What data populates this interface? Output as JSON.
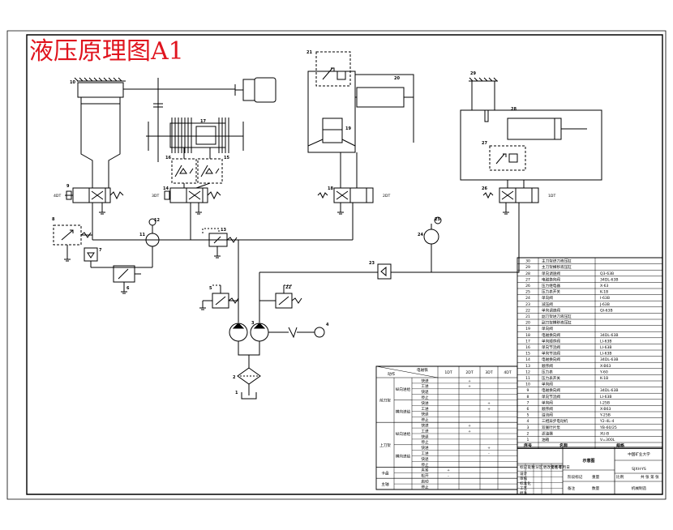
{
  "title": "液压原理图A1",
  "colors": {
    "title": "#e0141e",
    "line": "#000000",
    "paper": "#ffffff"
  },
  "components": [
    {
      "id": "c10",
      "label": "10"
    },
    {
      "id": "c17",
      "label": "17"
    },
    {
      "id": "c21",
      "label": "21"
    },
    {
      "id": "c20",
      "label": "20"
    },
    {
      "id": "c19",
      "label": "19"
    },
    {
      "id": "c29",
      "label": "29"
    },
    {
      "id": "c28",
      "label": "28"
    },
    {
      "id": "c27",
      "label": "27"
    },
    {
      "id": "c16",
      "label": "16"
    },
    {
      "id": "c15",
      "label": "15"
    },
    {
      "id": "c9",
      "label": "9"
    },
    {
      "id": "c14",
      "label": "14"
    },
    {
      "id": "c18",
      "label": "18"
    },
    {
      "id": "c26",
      "label": "26"
    },
    {
      "id": "c12",
      "label": "12"
    },
    {
      "id": "c11",
      "label": "11"
    },
    {
      "id": "c13",
      "label": "13"
    },
    {
      "id": "c25",
      "label": "25"
    },
    {
      "id": "c24",
      "label": "24"
    },
    {
      "id": "c23",
      "label": "23"
    },
    {
      "id": "c8",
      "label": "8"
    },
    {
      "id": "c7",
      "label": "7"
    },
    {
      "id": "c6",
      "label": "6"
    },
    {
      "id": "c5",
      "label": "5"
    },
    {
      "id": "c22",
      "label": "22"
    },
    {
      "id": "c3",
      "label": "3"
    },
    {
      "id": "c4",
      "label": "4"
    },
    {
      "id": "c2",
      "label": "2"
    },
    {
      "id": "c1",
      "label": "1"
    }
  ],
  "valve_tags": {
    "t9": "4DT",
    "t14": "3DT",
    "t18": "2DT",
    "t26": "1DT"
  },
  "bom": [
    [
      "30",
      "主刀架进刀液压缸",
      ""
    ],
    [
      "29",
      "主刀架横移液压缸",
      ""
    ],
    [
      "28",
      "单向调速阀",
      "Q3-63B"
    ],
    [
      "27",
      "电磁换向阀",
      "34DL-63B"
    ],
    [
      "26",
      "压力继电器",
      "X-63"
    ],
    [
      "25",
      "压力表开关",
      "K-1B"
    ],
    [
      "24",
      "单向阀",
      "I-63B"
    ],
    [
      "23",
      "减压阀",
      "J-63B"
    ],
    [
      "22",
      "单向调速阀",
      "QI-63B"
    ],
    [
      "21",
      "副刀架进刀液压缸",
      ""
    ],
    [
      "20",
      "副刀架横移液压缸",
      ""
    ],
    [
      "19",
      "单向阀",
      ""
    ],
    [
      "18",
      "电磁换向阀",
      "34DL-63B"
    ],
    [
      "17",
      "单向顺序阀",
      "LI-63B"
    ],
    [
      "16",
      "单向节流阀",
      "LI-63B"
    ],
    [
      "15",
      "单向节流阀",
      "LI-63B"
    ],
    [
      "14",
      "电磁换向阀",
      "34DL-63B"
    ],
    [
      "13",
      "顺序阀",
      "X-B63"
    ],
    [
      "12",
      "压力表",
      "Y-60"
    ],
    [
      "11",
      "压力表开关",
      "K-1B"
    ],
    [
      "10",
      "单向阀",
      ""
    ],
    [
      "9",
      "电磁换向阀",
      "34DL-63B"
    ],
    [
      "8",
      "单向节流阀",
      "LI-63B"
    ],
    [
      "7",
      "单向阀",
      "I-25B"
    ],
    [
      "6",
      "顺序阀",
      "X-B63"
    ],
    [
      "5",
      "溢流阀",
      "Y-25B"
    ],
    [
      "4",
      "三相异步电动机",
      "Y2-4L-4"
    ],
    [
      "3",
      "双联叶片泵",
      "YB-60/25"
    ],
    [
      "2",
      "滤油器",
      "XU-B"
    ],
    [
      "1",
      "油箱",
      "V=300L"
    ]
  ],
  "bom_header": [
    "序号",
    "名称",
    "规格"
  ],
  "bom_extra": [
    "备注",
    "数量"
  ],
  "tb_title": "示意图",
  "tb_subtitle": "中国矿业大学",
  "tb_code": "SJXH-YS",
  "tb_company": "机械制造",
  "action_table": {
    "headers": [
      "动作",
      "电磁铁",
      "1DT",
      "2DT",
      "3DT",
      "4DT"
    ],
    "groups": [
      {
        "name": "前刀架",
        "subgroups": [
          {
            "name": "纵向进给",
            "rows": [
              "快进",
              "工进",
              "快退",
              "停止"
            ]
          },
          {
            "name": "横向进给",
            "rows": [
              "快进",
              "工进",
              "快退",
              "停止"
            ]
          }
        ]
      },
      {
        "name": "上刀架",
        "subgroups": [
          {
            "name": "纵向进给",
            "rows": [
              "快进",
              "工进",
              "快退",
              "停止"
            ]
          },
          {
            "name": "横向进给",
            "rows": [
              "快进",
              "工进",
              "快退",
              "停止"
            ]
          }
        ]
      },
      {
        "name": "卡盘",
        "subgroups": [
          {
            "name": "",
            "rows": [
              "夹紧",
              "松开"
            ]
          }
        ]
      },
      {
        "name": "主轴",
        "subgroups": [
          {
            "name": "",
            "rows": [
              "启动",
              "停止"
            ]
          }
        ]
      }
    ],
    "marks": [
      "+",
      "+",
      "+",
      "+",
      "+",
      "+",
      "+",
      "-",
      "+",
      "-"
    ]
  },
  "sign_rows": [
    "设计",
    "审核",
    "标准化",
    "工艺",
    "批准"
  ],
  "sign_cols": [
    "标记",
    "处数",
    "分区",
    "更改文件号",
    "签名",
    "年月日"
  ],
  "tb_meta": [
    "阶段标记",
    "重量",
    "比例",
    "共 张 第 张"
  ]
}
